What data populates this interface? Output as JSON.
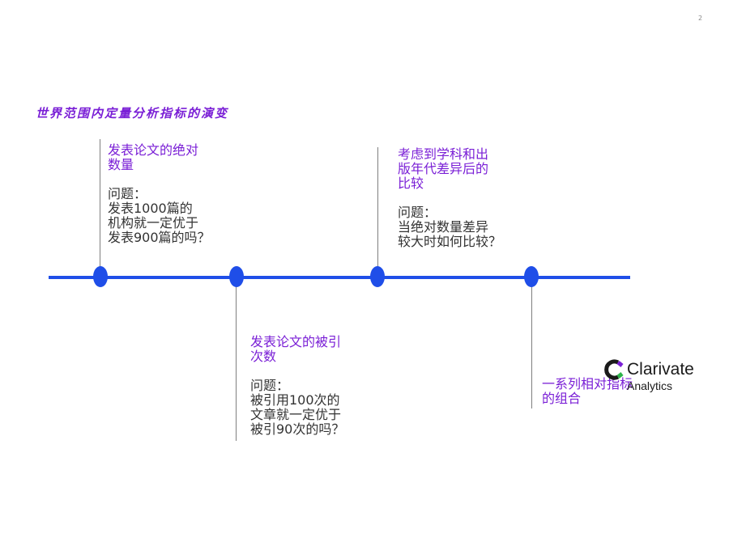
{
  "page_number": "2",
  "title": "世界范围内定量分析指标的演变",
  "colors": {
    "accent_purple": "#7a1fd6",
    "timeline_blue": "#1f4ee8",
    "connector_gray": "#7f7f7f"
  },
  "milestones": [
    {
      "heading": "发表论文的绝对\n数量",
      "question_label": "问题：",
      "question": "发表1000篇的\n机构就一定优于\n发表900篇的吗？"
    },
    {
      "heading": "发表论文的被引\n次数",
      "question_label": "问题：",
      "question": "被引用100次的\n文章就一定优于\n被引90次的吗？"
    },
    {
      "heading": "考虑到学科和出\n版年代差异后的\n比较",
      "question_label": "问题：",
      "question": "当绝对数量差异\n较大时如何比较？"
    },
    {
      "heading": "一系列相对指标\n的组合"
    }
  ],
  "logo": {
    "name_line1": "Clarivate",
    "name_line2": "Analytics",
    "icon": "clarivate-logo-icon"
  }
}
